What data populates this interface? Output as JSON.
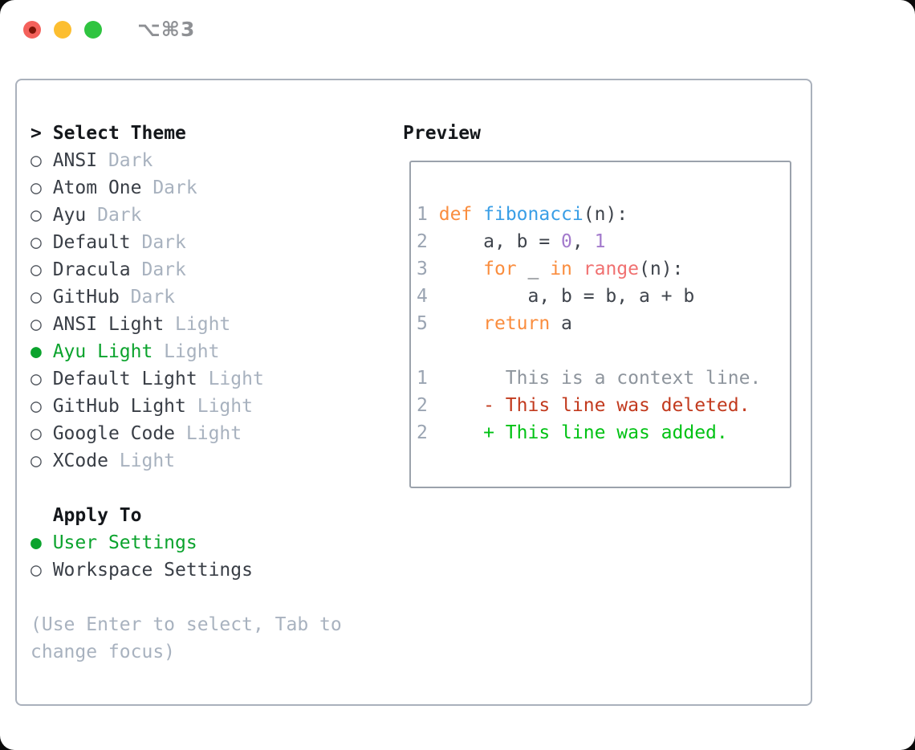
{
  "window": {
    "title": "⌥⌘3"
  },
  "titlebar": {
    "buttons": [
      {
        "name": "close",
        "color": "#f4615b",
        "dot_color": "#7d1407"
      },
      {
        "name": "minimize",
        "color": "#fcbe30"
      },
      {
        "name": "zoom",
        "color": "#2fc440"
      }
    ]
  },
  "icons": {
    "radio_unselected": "○",
    "radio_selected": "●",
    "header_marker": ">"
  },
  "theme_picker": {
    "header": "Select Theme",
    "items": [
      {
        "name": "ANSI",
        "variant": "Dark",
        "selected": false
      },
      {
        "name": "Atom One",
        "variant": "Dark",
        "selected": false
      },
      {
        "name": "Ayu",
        "variant": "Dark",
        "selected": false
      },
      {
        "name": "Default",
        "variant": "Dark",
        "selected": false
      },
      {
        "name": "Dracula",
        "variant": "Dark",
        "selected": false
      },
      {
        "name": "GitHub",
        "variant": "Dark",
        "selected": false
      },
      {
        "name": "ANSI Light",
        "variant": "Light",
        "selected": false
      },
      {
        "name": "Ayu Light",
        "variant": "Light",
        "selected": true
      },
      {
        "name": "Default Light",
        "variant": "Light",
        "selected": false
      },
      {
        "name": "GitHub Light",
        "variant": "Light",
        "selected": false
      },
      {
        "name": "Google Code",
        "variant": "Light",
        "selected": false
      },
      {
        "name": "XCode",
        "variant": "Light",
        "selected": false
      }
    ]
  },
  "apply_to": {
    "header": "Apply To",
    "options": [
      {
        "label": "User Settings",
        "selected": true
      },
      {
        "label": "Workspace Settings",
        "selected": false
      }
    ]
  },
  "hint_lines": [
    "(Use Enter to select, Tab to",
    "change focus)"
  ],
  "preview": {
    "header": "Preview",
    "lines": [
      [
        [
          "1",
          "num"
        ],
        [
          " ",
          "plain"
        ],
        [
          "def",
          "kw"
        ],
        [
          " ",
          "plain"
        ],
        [
          "fibonacci",
          "fn"
        ],
        [
          "(n):",
          "plain"
        ]
      ],
      [
        [
          "2",
          "num"
        ],
        [
          "     a, b = ",
          "plain"
        ],
        [
          "0",
          "const"
        ],
        [
          ", ",
          "plain"
        ],
        [
          "1",
          "const"
        ]
      ],
      [
        [
          "3",
          "num"
        ],
        [
          "     ",
          "plain"
        ],
        [
          "for",
          "kw"
        ],
        [
          " _ ",
          "plain"
        ],
        [
          "in",
          "kw"
        ],
        [
          " ",
          "plain"
        ],
        [
          "range",
          "special"
        ],
        [
          "(n):",
          "plain"
        ]
      ],
      [
        [
          "4",
          "num"
        ],
        [
          "         a, b = b, a + b",
          "plain"
        ]
      ],
      [
        [
          "5",
          "num"
        ],
        [
          "     ",
          "plain"
        ],
        [
          "return",
          "kw"
        ],
        [
          " a",
          "plain"
        ]
      ],
      [],
      [
        [
          "1",
          "num"
        ],
        [
          "       This is a context line.",
          "context"
        ]
      ],
      [
        [
          "2",
          "num"
        ],
        [
          "     - This line was deleted.",
          "deleted"
        ]
      ],
      [
        [
          "2",
          "num"
        ],
        [
          "     + This line was added.",
          "added"
        ]
      ]
    ]
  },
  "colors": {
    "selected_green": "#0ba32d",
    "added_green": "#00c214",
    "deleted_red": "#c23a1e",
    "keyword_orange": "#fa8d3e",
    "function_blue": "#399ee6",
    "constant_purple": "#a37acc",
    "special_coral": "#f07171",
    "code_plain": "#3f444c",
    "line_number_gray": "#9aa4b2",
    "context_gray": "#8e959d",
    "muted_gray": "#a8b2bf",
    "text_dark": "#393e46",
    "header_black": "#14171b",
    "panel_border": "#aab1bc",
    "preview_border": "#9ba2ac",
    "titlebar_text": "#8e9094"
  }
}
